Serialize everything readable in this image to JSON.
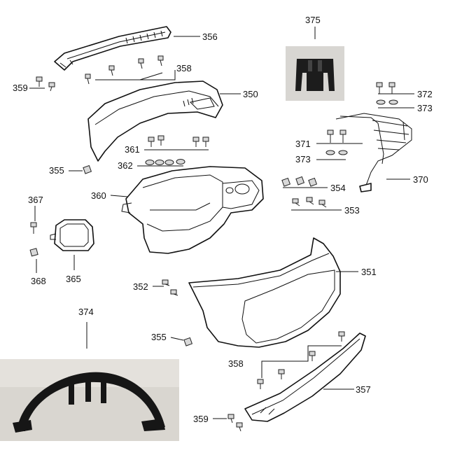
{
  "callouts": {
    "p356": "356",
    "p375": "375",
    "p358a": "358",
    "p359a": "359",
    "p350": "350",
    "p372": "372",
    "p373a": "373",
    "p371": "371",
    "p373b": "373",
    "p361": "361",
    "p362": "362",
    "p355a": "355",
    "p370": "370",
    "p354": "354",
    "p360": "360",
    "p353": "353",
    "p367": "367",
    "p368": "368",
    "p365": "365",
    "p351": "351",
    "p352": "352",
    "p374": "374",
    "p355b": "355",
    "p358b": "358",
    "p357": "357",
    "p359b": "359"
  },
  "colors": {
    "line": "#111111",
    "photo_background": "#d9d6d0",
    "rubber_part": "#1c1c1c",
    "bumper_bar": "#161616"
  }
}
